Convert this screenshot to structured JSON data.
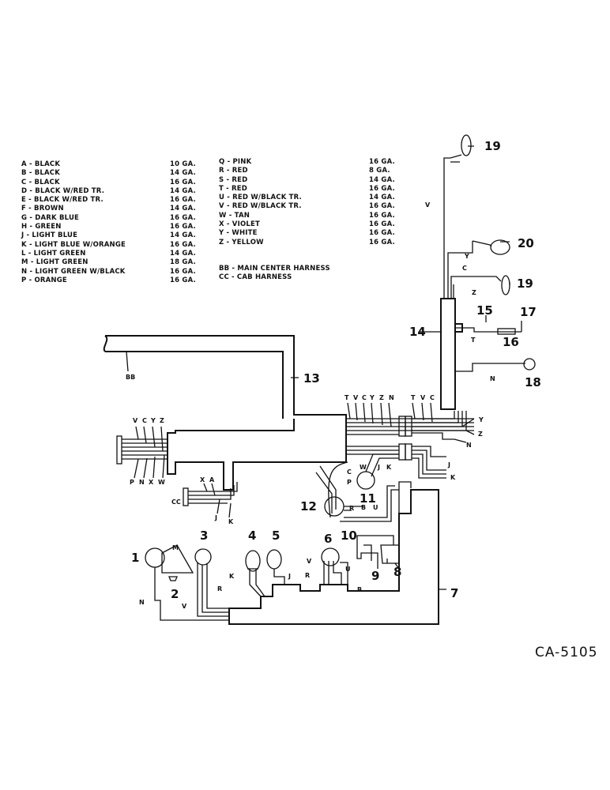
{
  "legend_left": [
    {
      "code": "A - BLACK",
      "gauge": "10 GA."
    },
    {
      "code": "B - BLACK",
      "gauge": "14 GA."
    },
    {
      "code": "C - BLACK",
      "gauge": "16 GA."
    },
    {
      "code": "D - BLACK W/RED TR.",
      "gauge": "14 GA."
    },
    {
      "code": "E - BLACK W/RED TR.",
      "gauge": "16 GA."
    },
    {
      "code": "F - BROWN",
      "gauge": "14 GA."
    },
    {
      "code": "G - DARK BLUE",
      "gauge": "16 GA."
    },
    {
      "code": "H - GREEN",
      "gauge": "16 GA."
    },
    {
      "code": "J - LIGHT BLUE",
      "gauge": "14 GA."
    },
    {
      "code": "K - LIGHT BLUE W/ORANGE",
      "gauge": "16 GA."
    },
    {
      "code": "L - LIGHT GREEN",
      "gauge": "14 GA."
    },
    {
      "code": "M - LIGHT GREEN",
      "gauge": "18 GA."
    },
    {
      "code": "N - LIGHT GREEN W/BLACK",
      "gauge": "16 GA."
    },
    {
      "code": "P - ORANGE",
      "gauge": "16 GA."
    }
  ],
  "legend_right": [
    {
      "code": "Q - PINK",
      "gauge": "16 GA."
    },
    {
      "code": "R - RED",
      "gauge": "8 GA."
    },
    {
      "code": "S - RED",
      "gauge": "14 GA."
    },
    {
      "code": "T - RED",
      "gauge": "16 GA."
    },
    {
      "code": "U - RED W/BLACK TR.",
      "gauge": "14 GA."
    },
    {
      "code": "V - RED W/BLACK TR.",
      "gauge": "16 GA."
    },
    {
      "code": "W - TAN",
      "gauge": "16 GA."
    },
    {
      "code": "X - VIOLET",
      "gauge": "16 GA."
    },
    {
      "code": "Y - WHITE",
      "gauge": "16 GA."
    },
    {
      "code": "Z - YELLOW",
      "gauge": "16 GA."
    }
  ],
  "legend_harness": [
    "BB - MAIN CENTER HARNESS",
    "CC - CAB HARNESS"
  ],
  "diagram_id": "CA-5105",
  "callouts": {
    "c1": "1",
    "c2": "2",
    "c3": "3",
    "c4": "4",
    "c5": "5",
    "c6": "6",
    "c7": "7",
    "c8": "8",
    "c9": "9",
    "c10": "10",
    "c11": "11",
    "c12": "12",
    "c13": "13",
    "c14": "14",
    "c15": "15",
    "c16": "16",
    "c17": "17",
    "c18": "18",
    "c19a": "19",
    "c19b": "19",
    "c20": "20"
  },
  "wire_labels": {
    "bb": "BB",
    "cc": "CC",
    "v": "V",
    "c": "C",
    "y": "Y",
    "z": "Z",
    "t": "T",
    "n": "N",
    "j": "J",
    "k": "K",
    "a": "A",
    "x": "X",
    "w": "W",
    "p": "P",
    "r": "R",
    "b": "B",
    "u": "U",
    "m": "M"
  }
}
